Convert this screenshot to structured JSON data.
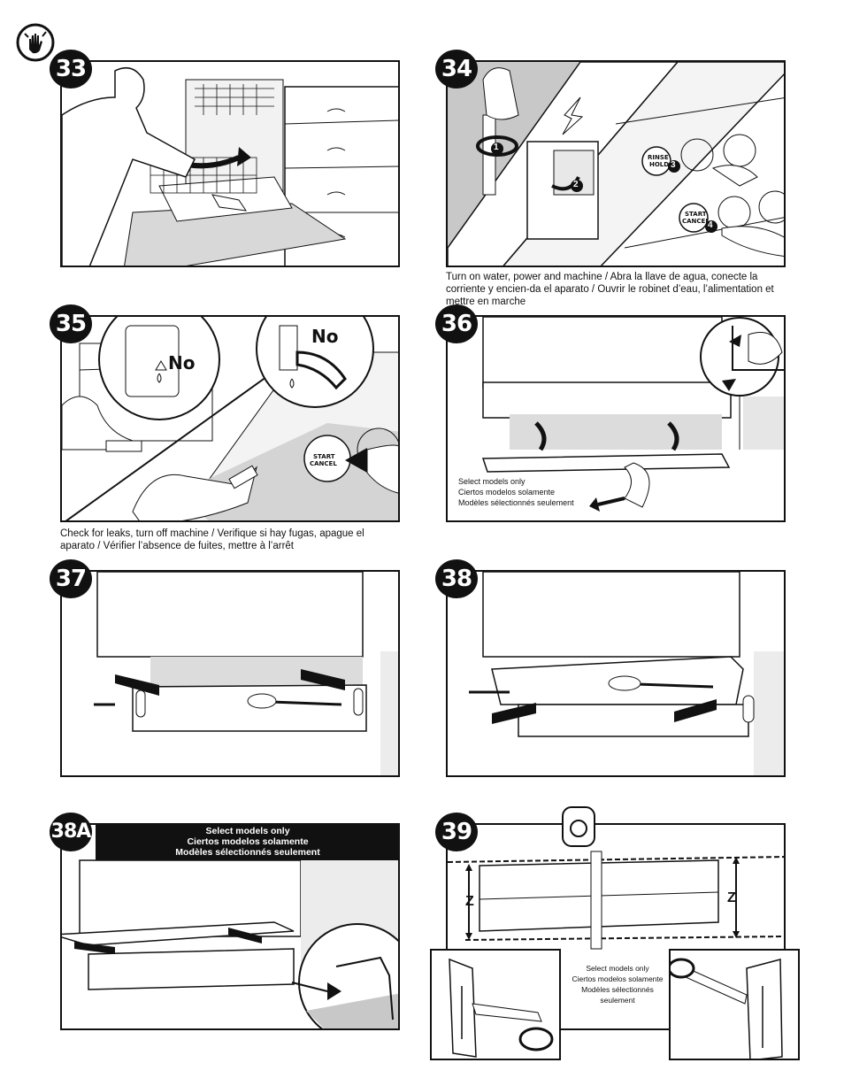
{
  "steps": [
    {
      "number": "33"
    },
    {
      "number": "34",
      "caption": "Turn on water, power and machine / Abra la llave de agua, conecte la corriente y encien-da el aparato / Ouvrir le robinet d’eau, l’alimentation et mettre en marche",
      "buttons": [
        "RINSE HOLD",
        "START CANCEL"
      ],
      "callouts": [
        "1",
        "2",
        "3",
        "4"
      ]
    },
    {
      "number": "35",
      "caption": "Check for leaks, turn off machine / Verifique si hay fugas, apague el aparato / Vérifier l’absence de fuites, mettre à l’arrêt",
      "no_label": "No",
      "button": "START CANCEL"
    },
    {
      "number": "36",
      "select_lines": [
        "Select models only",
        "Ciertos modelos solamente",
        "Modèles sélectionnés seulement"
      ]
    },
    {
      "number": "37"
    },
    {
      "number": "38"
    },
    {
      "number": "38A",
      "banner_lines": [
        "Select models only",
        "Ciertos modelos solamente",
        "Modèles sélectionnés seulement"
      ]
    },
    {
      "number": "39",
      "z_label": "Z",
      "select_lines": [
        "Select models only",
        "Ciertos modelos solamente",
        "Modèles sélectionnés seulement"
      ]
    }
  ],
  "icons": [
    "hand-warning-icon"
  ]
}
